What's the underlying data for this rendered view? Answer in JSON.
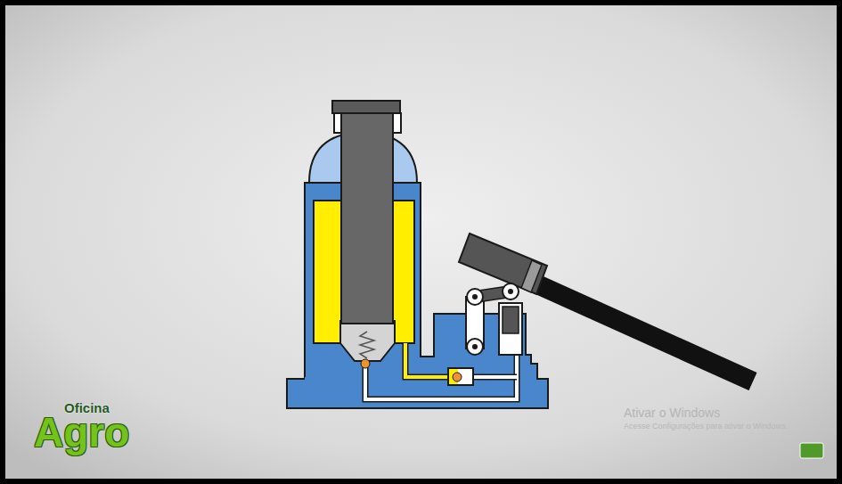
{
  "diagram": {
    "labels": [
      "Oficina",
      "Agro",
      "Ativar o Windows",
      "Acesse Configurações para ativar o Windows."
    ]
  }
}
